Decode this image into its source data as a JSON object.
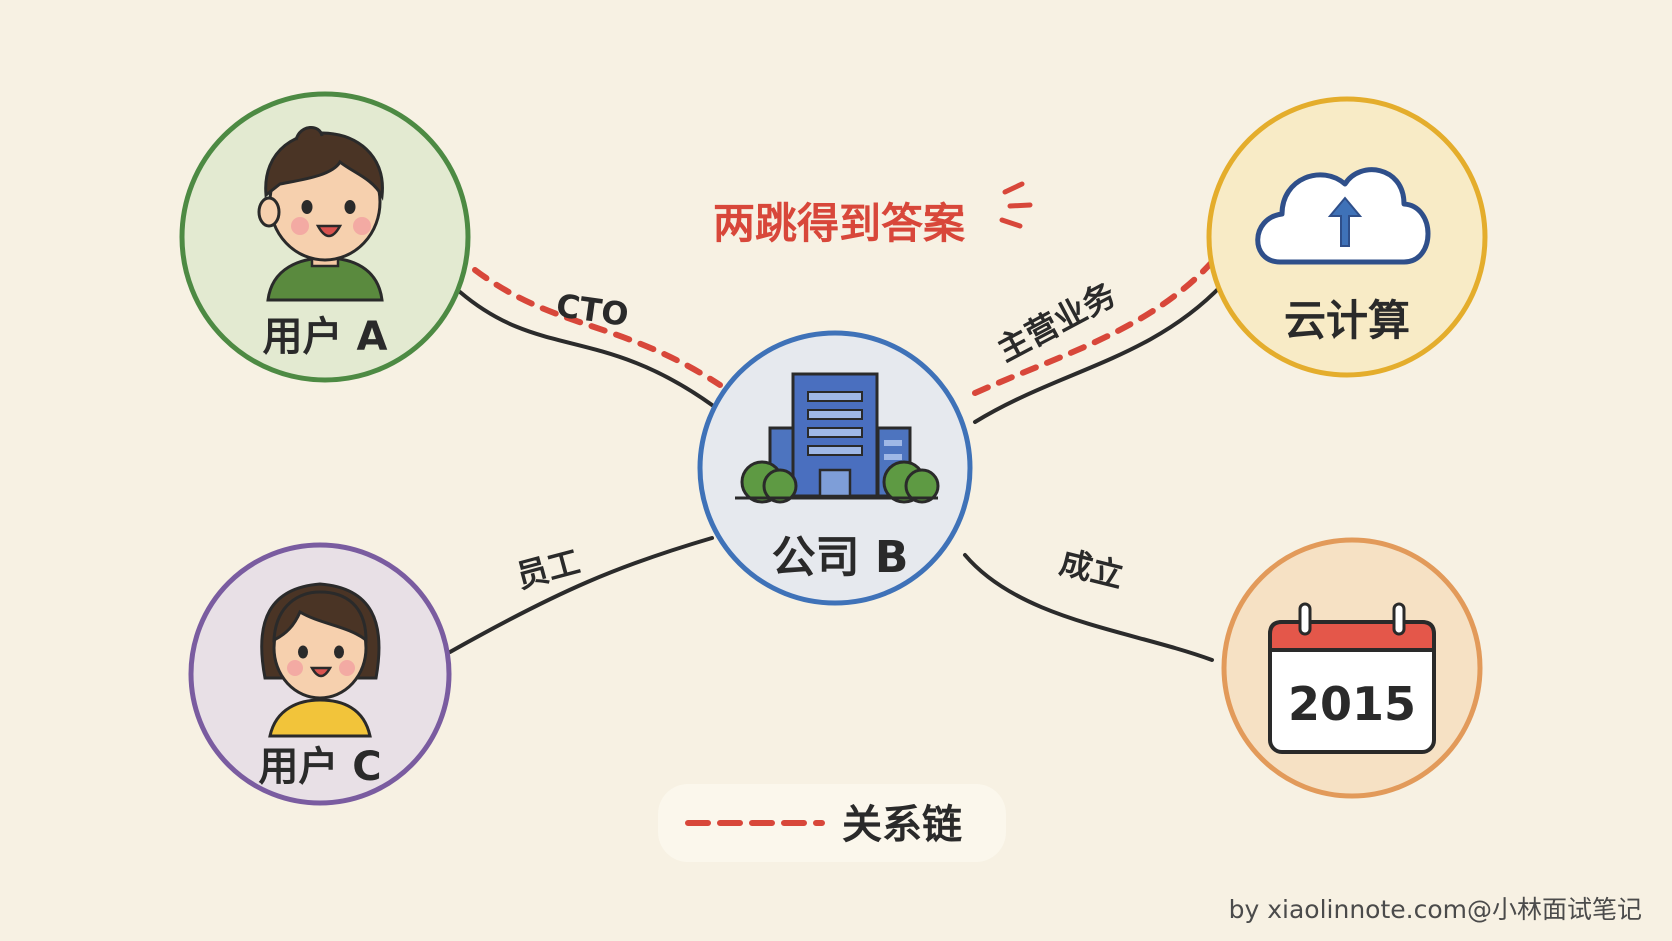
{
  "title": "两跳得到答案",
  "nodes": {
    "user_a": {
      "label": "用户 A",
      "ring_color": "#4d8a43",
      "fill_color": "#e3ead1"
    },
    "user_c": {
      "label": "用户 C",
      "ring_color": "#7a5ca0",
      "fill_color": "#e8e0e6"
    },
    "company_b": {
      "label": "公司 B",
      "ring_color": "#3f72b8",
      "fill_color": "#e6e9ee"
    },
    "cloud": {
      "label": "云计算",
      "ring_color": "#e4ad2c",
      "fill_color": "#f8ebc6"
    },
    "year": {
      "label": "2015",
      "ring_color": "#e29a5a",
      "fill_color": "#f6e1c4"
    }
  },
  "edges": {
    "cto": "CTO",
    "main_business": "主营业务",
    "employee": "员工",
    "founded": "成立"
  },
  "legend": {
    "label": "关系链",
    "dash_color": "#d8473a"
  },
  "watermark": "by xiaolinnote.com@小林面试笔记",
  "colors": {
    "background": "#f7f1e3",
    "edge_line": "#2b2b2b",
    "path_highlight": "#d8473a"
  }
}
